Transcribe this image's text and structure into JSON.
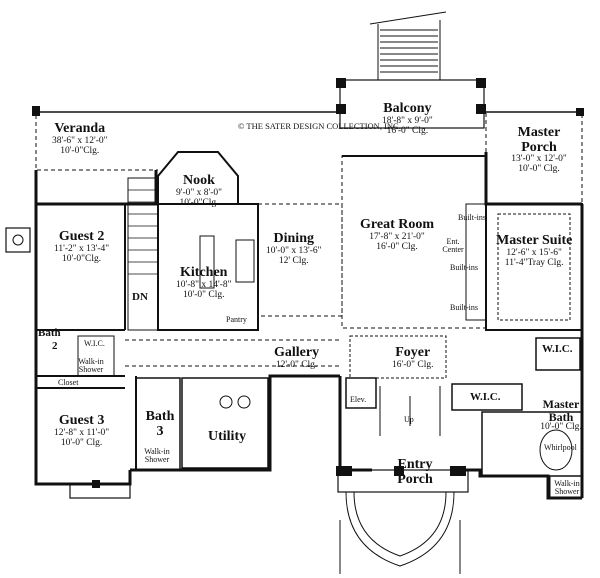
{
  "copyright": "© THE SATER DESIGN COLLECTION, INC.",
  "rooms": {
    "veranda": {
      "name": "Veranda",
      "size": "38'-6\" x 12'-0\"",
      "clg": "10'-0\"Clg."
    },
    "balcony": {
      "name": "Balcony",
      "size": "18'-8\" x 9'-0\"",
      "clg": "16'-0\" Clg."
    },
    "master_porch": {
      "name": "Master Porch",
      "size": "13'-0\" x 12'-0\"",
      "clg": "10'-0\" Clg."
    },
    "nook": {
      "name": "Nook",
      "size": "9'-0\" x 8'-0\"",
      "clg": "10'-0\"Clg."
    },
    "guest2": {
      "name": "Guest 2",
      "size": "11'-2\" x 13'-4\"",
      "clg": "10'-0\"Clg."
    },
    "kitchen": {
      "name": "Kitchen",
      "size": "10'-8\" x 14'-8\"",
      "clg": "10'-0\" Clg."
    },
    "dining": {
      "name": "Dining",
      "size": "10'-0\" x 13'-6\"",
      "clg": "12' Clg."
    },
    "great_room": {
      "name": "Great Room",
      "size": "17'-8\" x 21'-0\"",
      "clg": "16'-0\" Clg."
    },
    "master_suite": {
      "name": "Master Suite",
      "size": "12'-6\" x 15'-6\"",
      "clg": "11'-4\"Tray Clg."
    },
    "gallery": {
      "name": "Gallery",
      "clg": "12'-0\" Clg."
    },
    "foyer": {
      "name": "Foyer",
      "clg": "16'-0\" Clg."
    },
    "guest3": {
      "name": "Guest 3",
      "size": "12'-8\" x 11'-0\"",
      "clg": "10'-0\" Clg."
    },
    "bath3": {
      "name": "Bath 3"
    },
    "utility": {
      "name": "Utility"
    },
    "master_bath": {
      "name": "Master Bath",
      "clg": "10'-0\" Clg."
    },
    "entry_porch": {
      "name": "Entry Porch"
    }
  },
  "labels": {
    "dn": "DN",
    "bath2_a": "Bath",
    "bath2_b": "2",
    "wic": "W.I.C.",
    "walkin_shower": "Walk-in Shower",
    "closet": "Closet",
    "pantry": "Pantry",
    "builtins": "Built-ins",
    "ent_center": "Ent. Center",
    "elev": "Elev.",
    "up": "Up",
    "whirlpool": "Whirlpool"
  }
}
